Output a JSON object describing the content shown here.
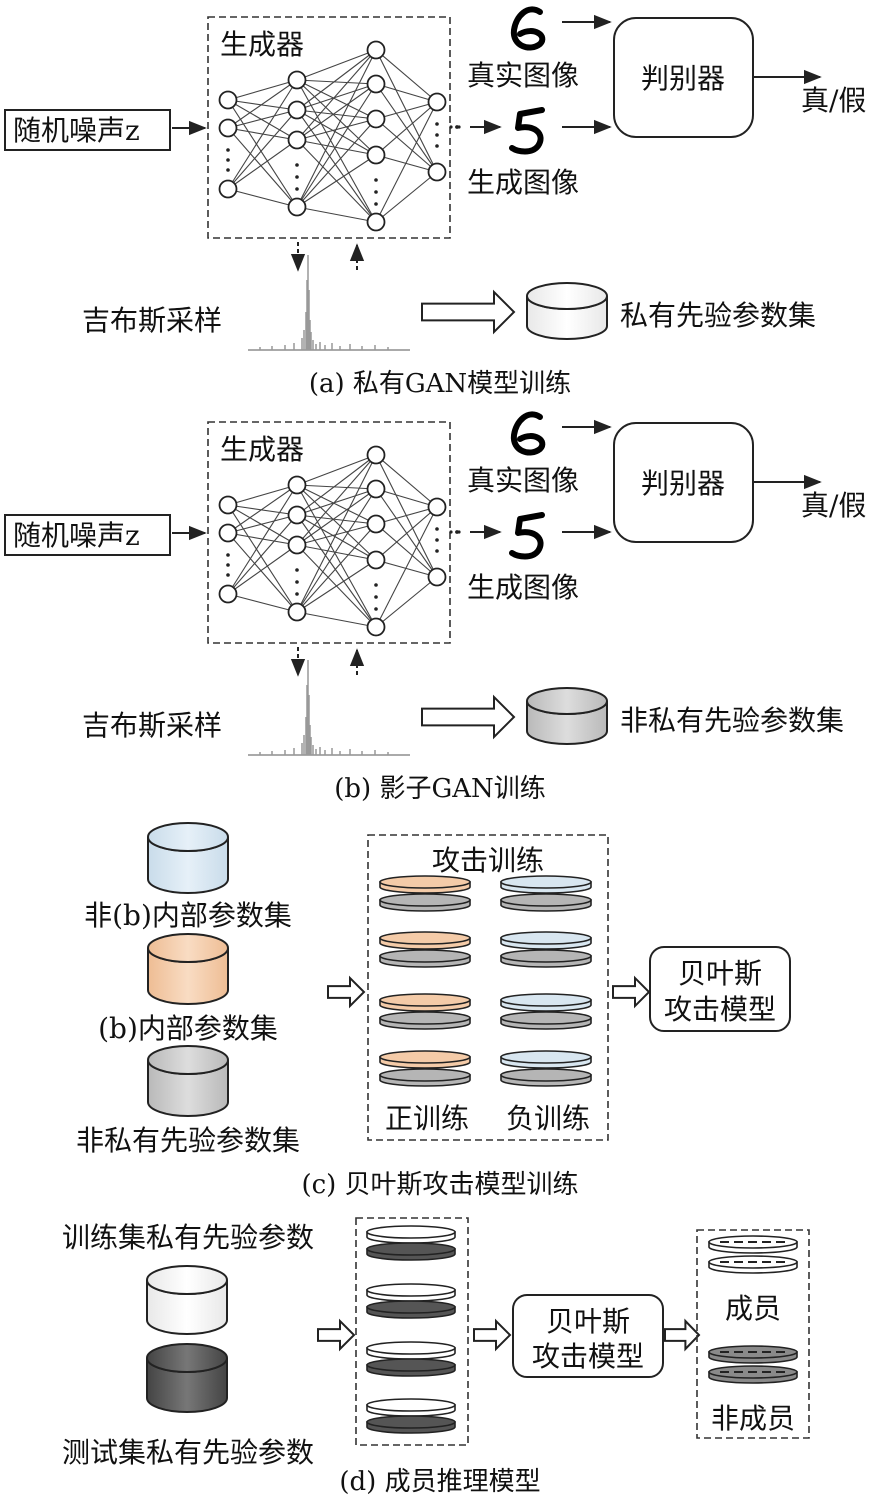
{
  "panel_a": {
    "generator_title": "生成器",
    "noise_label": "随机噪声z",
    "real_image_label": "真实图像",
    "generated_image_label": "生成图像",
    "discriminator_label": "判别器",
    "output_label": "真/假",
    "sampling_label": "吉布斯采样",
    "dataset_label": "私有先验参数集",
    "caption": "(a) 私有GAN模型训练"
  },
  "panel_b": {
    "generator_title": "生成器",
    "noise_label": "随机噪声z",
    "real_image_label": "真实图像",
    "generated_image_label": "生成图像",
    "discriminator_label": "判别器",
    "output_label": "真/假",
    "sampling_label": "吉布斯采样",
    "dataset_label": "非私有先验参数集",
    "caption": "(b) 影子GAN训练"
  },
  "panel_c": {
    "db_non_internal": "非(b)内部参数集",
    "db_internal": "(b)内部参数集",
    "db_non_private": "非私有先验参数集",
    "training_title": "攻击训练",
    "positive_label": "正训练",
    "negative_label": "负训练",
    "model_line1": "贝叶斯",
    "model_line2": "攻击模型",
    "caption": "(c) 贝叶斯攻击模型训练"
  },
  "panel_d": {
    "train_label": "训练集私有先验参数",
    "test_label": "测试集私有先验参数",
    "model_line1": "贝叶斯",
    "model_line2": "攻击模型",
    "member_label": "成员",
    "nonmember_label": "非成员",
    "caption": "(d) 成员推理模型"
  },
  "colors": {
    "blue_db": "#dde9f3",
    "orange_db": "#f5cfae",
    "gray_db": "#cfcfcf",
    "white_db": "#ffffff",
    "dark_db": "#5f5f5f"
  }
}
